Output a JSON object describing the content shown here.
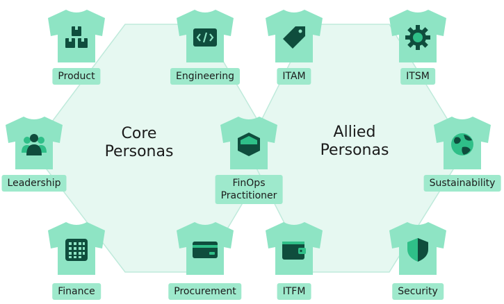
{
  "groups": {
    "core": {
      "title_line1": "Core",
      "title_line2": "Personas"
    },
    "allied": {
      "title_line1": "Allied",
      "title_line2": "Personas"
    }
  },
  "personas": {
    "product": "Product",
    "engineering": "Engineering",
    "itam": "ITAM",
    "itsm": "ITSM",
    "leadership": "Leadership",
    "finops": "FinOps\nPractitioner",
    "sustainability": "Sustainability",
    "finance": "Finance",
    "procurement": "Procurement",
    "itfm": "ITFM",
    "security": "Security"
  },
  "colors": {
    "hex_fill": "#e6f8f1",
    "shirt": "#8ee4c4",
    "label_bg": "#9ee9cc",
    "icon": "#0f4d3d",
    "icon_accent": "#2fbf88"
  },
  "icons": {
    "product": "boxes-icon",
    "engineering": "code-icon",
    "itam": "tag-icon",
    "itsm": "gear-icon",
    "leadership": "people-icon",
    "finops": "shield-hex-icon",
    "sustainability": "globe-icon",
    "finance": "calculator-icon",
    "procurement": "credit-card-icon",
    "itfm": "wallet-icon",
    "security": "shield-icon"
  }
}
